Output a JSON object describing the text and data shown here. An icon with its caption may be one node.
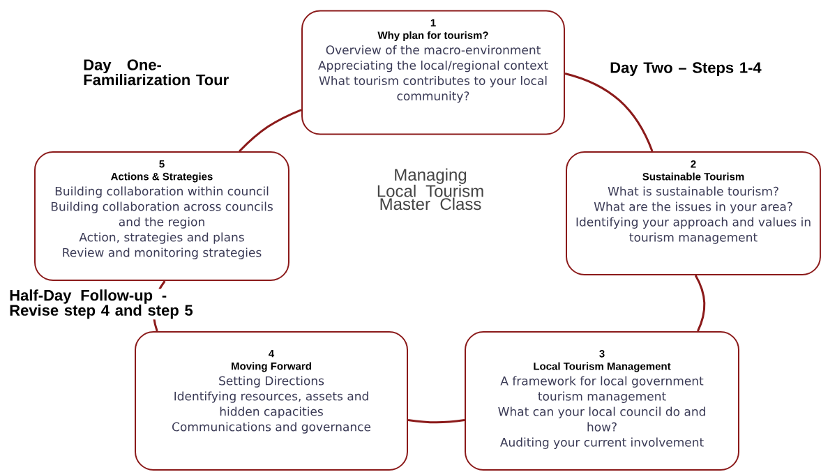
{
  "diagram": {
    "title": "Managing Local Tourism Master Class",
    "nodes": [
      {
        "text": [
          "1",
          "Why plan for tourism?",
          "Overview of the macro-environment",
          "Appreciating the local/regional context",
          "What tourism contributes to your local community?"
        ]
      },
      {
        "text": [
          "2",
          "Sustainable Tourism",
          "What is sustainable tourism?",
          "What are the issues in your area?",
          "Identifying your approach and values in tourism management"
        ]
      },
      {
        "text": [
          "3",
          "Local Tourism Management",
          "A framework for local government tourism management",
          "What can your local council do and how?",
          "Auditing your current involvement"
        ]
      },
      {
        "text": [
          "4",
          "Moving Forward",
          "Setting Directions",
          "Identifying resources, assets and hidden capacities",
          "Communications and governance"
        ]
      },
      {
        "text": [
          "5",
          "Actions & Strategies",
          "Building collaboration within council",
          "Building collaboration across councils and the region",
          "Action, strategies and plans",
          "Review and monitoring strategies"
        ]
      }
    ],
    "edges": [
      {
        "from": 0,
        "to": 1,
        "arrow": "none"
      },
      {
        "from": 1,
        "to": 2,
        "arrow": "none"
      },
      {
        "from": 2,
        "to": 3,
        "arrow": "none"
      },
      {
        "from": 3,
        "to": 4,
        "arrow": "none"
      },
      {
        "from": 4,
        "to": 0,
        "arrow": "none"
      }
    ],
    "labels": [
      "Day One- Familiarization Tour",
      "Day Two – Steps 1-4",
      "Half-Day Follow-up - Revise step 4 and step 5"
    ]
  }
}
